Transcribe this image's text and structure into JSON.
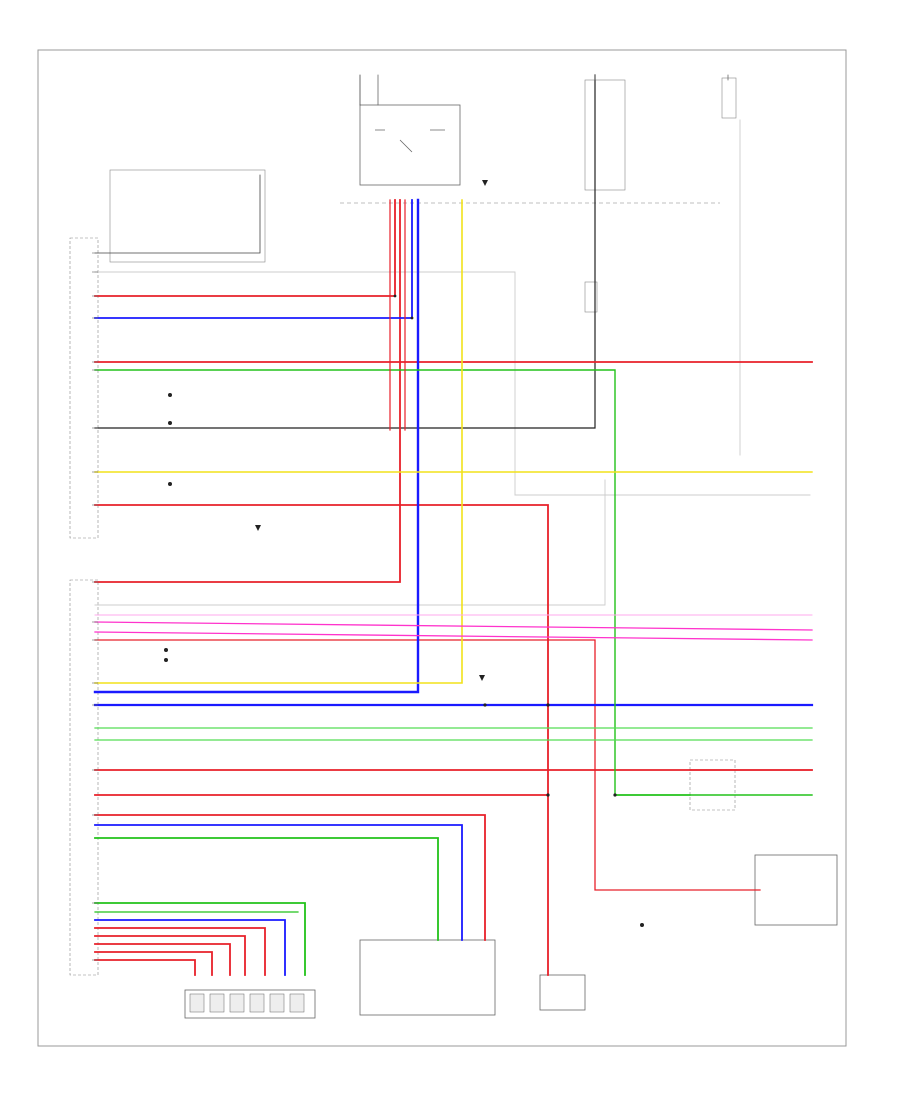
{
  "footer_code": "",
  "components": [
    {
      "key": "tcm",
      "caption": ""
    },
    {
      "key": "front-relay",
      "caption": ""
    },
    {
      "key": "top-fuse",
      "caption": ""
    },
    {
      "key": "stop-switch",
      "caption": ""
    },
    {
      "key": "speed-sensor",
      "caption": ""
    },
    {
      "key": "shift-lock",
      "caption": ""
    },
    {
      "key": "neutral-switch",
      "caption": ""
    },
    {
      "key": "right-lamp",
      "caption": ""
    },
    {
      "key": "accelerator-pedal",
      "caption": ""
    },
    {
      "key": "throttle-body",
      "caption": ""
    },
    {
      "key": "stop-lamp",
      "caption": ""
    }
  ],
  "colors": {
    "red": "#e8202a",
    "blue": "#1a1aff",
    "green": "#22c21a",
    "yellow": "#f2e21a",
    "magenta": "#ff33cc",
    "black": "#222222",
    "gray": "#bbbbbb",
    "label_bg": "#ffffff"
  }
}
